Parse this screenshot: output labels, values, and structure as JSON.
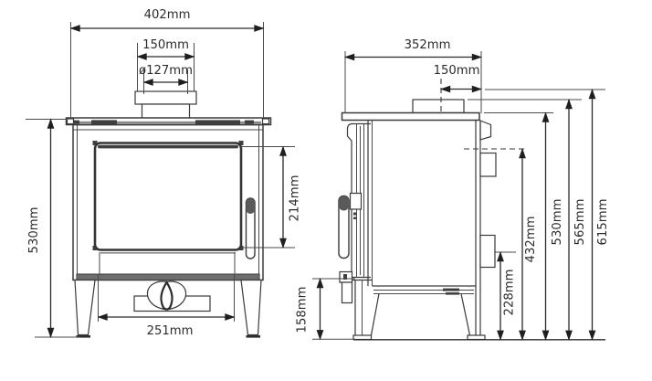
{
  "meta": {
    "drawing": "Wood-burning stove dimension diagram, front and side elevations",
    "unit": "mm",
    "ink_color": "#2e2e2e",
    "background_color": "#ffffff"
  },
  "front_view": {
    "overall_width": "402mm",
    "flue_collar_width": "150mm",
    "flue_diameter": "ø127mm",
    "overall_body_height": "530mm",
    "glass_height": "214mm",
    "leg_spacing": "251mm"
  },
  "side_view": {
    "overall_depth": "352mm",
    "flue_centre_to_back": "150mm",
    "floor_to_firebox_base": "158mm",
    "floor_to_lower_outlet": "228mm",
    "floor_to_rear_flue_centre": "432mm",
    "floor_to_top_plate": "530mm",
    "floor_to_collar_top": "565mm",
    "overall_height": "615mm"
  }
}
